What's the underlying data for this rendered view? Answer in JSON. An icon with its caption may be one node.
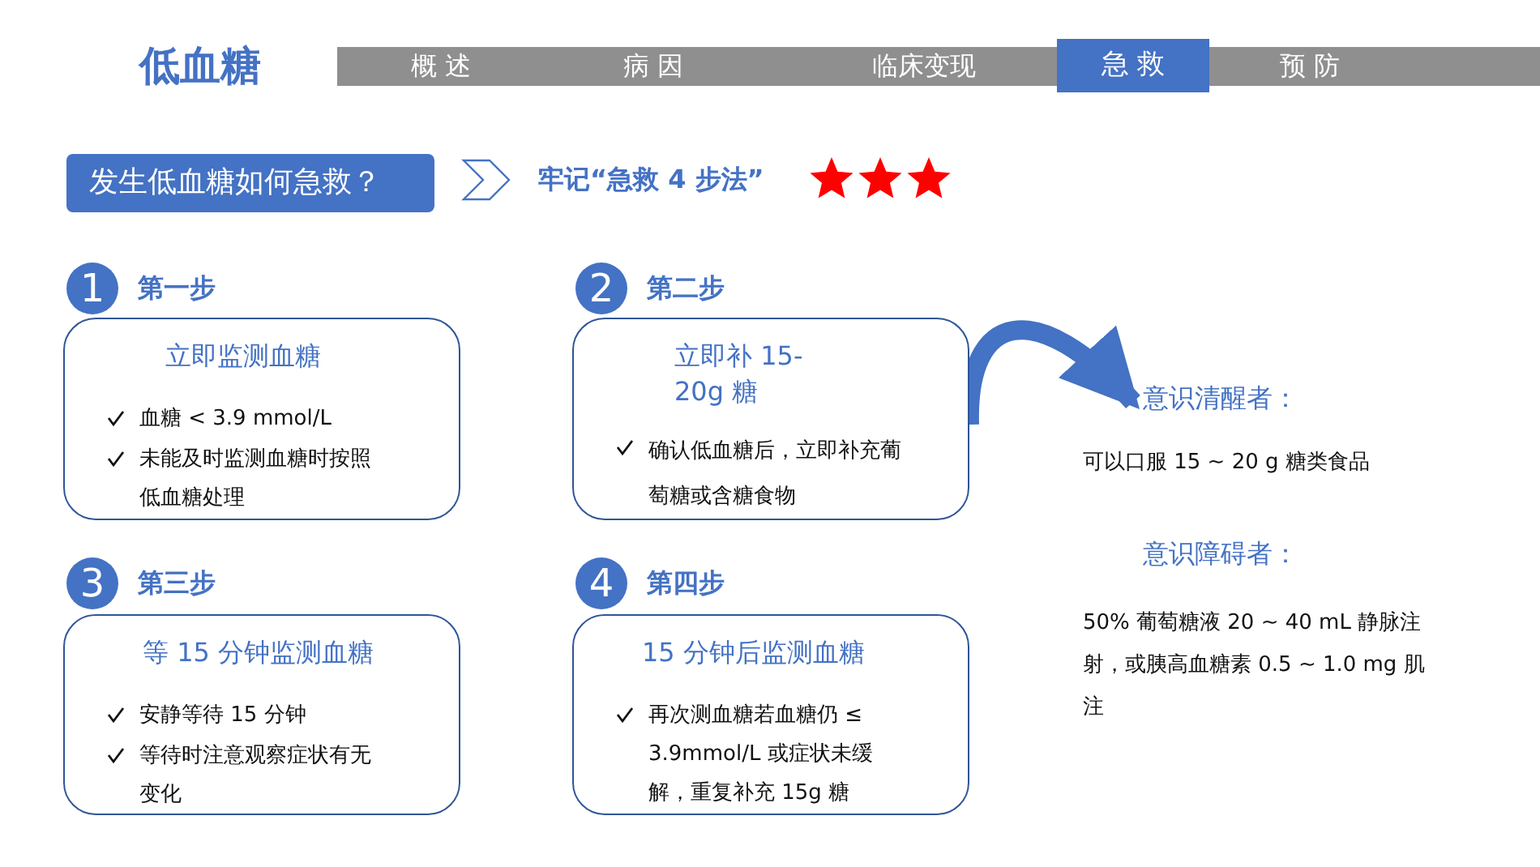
{
  "diagram": {
    "title": "低血糖",
    "nodes": [
      {
        "text": [
          "概 述"
        ]
      },
      {
        "text": [
          "病 因"
        ]
      },
      {
        "text": [
          "临床变现"
        ]
      },
      {
        "text": [
          "急 救"
        ]
      },
      {
        "text": [
          "预 防"
        ]
      },
      {
        "text": [
          "发生低血糖如何急救？"
        ]
      },
      {
        "text": [
          "牢记“急救 4 步法”"
        ]
      },
      {
        "text": [
          "1"
        ],
        "beside": [
          "第一步"
        ]
      },
      {
        "text": [
          "立即监测血糖",
          "血糖 < 3.9 mmol/L",
          "未能及时监测血糖时按照低血糖处理"
        ]
      },
      {
        "text": [
          "2"
        ],
        "beside": [
          "第二步"
        ]
      },
      {
        "text": [
          "立即补 15-20g 糖",
          "确认低血糖后，立即补充葡萄糖或含糖食物"
        ]
      },
      {
        "text": [
          "3"
        ],
        "beside": [
          "第三步"
        ]
      },
      {
        "text": [
          "等 15 分钟监测血糖",
          "安静等待 15 分钟",
          "等待时注意观察症状有无变化"
        ]
      },
      {
        "text": [
          "4"
        ],
        "beside": [
          "第四步"
        ]
      },
      {
        "text": [
          "15 分钟后监测血糖",
          "再次测血糖若血糖仍 ≤ 3.9mmol/L 或症状未缓解，重复补充 15g 糖"
        ]
      },
      {
        "text": [
          "意识清醒者："
        ]
      },
      {
        "text": [
          "可以口服 15 ~ 20 g 糖类食品"
        ]
      },
      {
        "text": [
          "意识障碍者："
        ]
      },
      {
        "text": [
          "50% 葡萄糖液 20 ~ 40 mL 静脉注射，或胰高血糖素 0.5 ~ 1.0 mg 肌注"
        ]
      }
    ],
    "edges": [
      {
        "from": 5,
        "to": 6,
        "arrow": "to"
      },
      {
        "from": 10,
        "to": 15,
        "arrow": "to"
      }
    ]
  }
}
